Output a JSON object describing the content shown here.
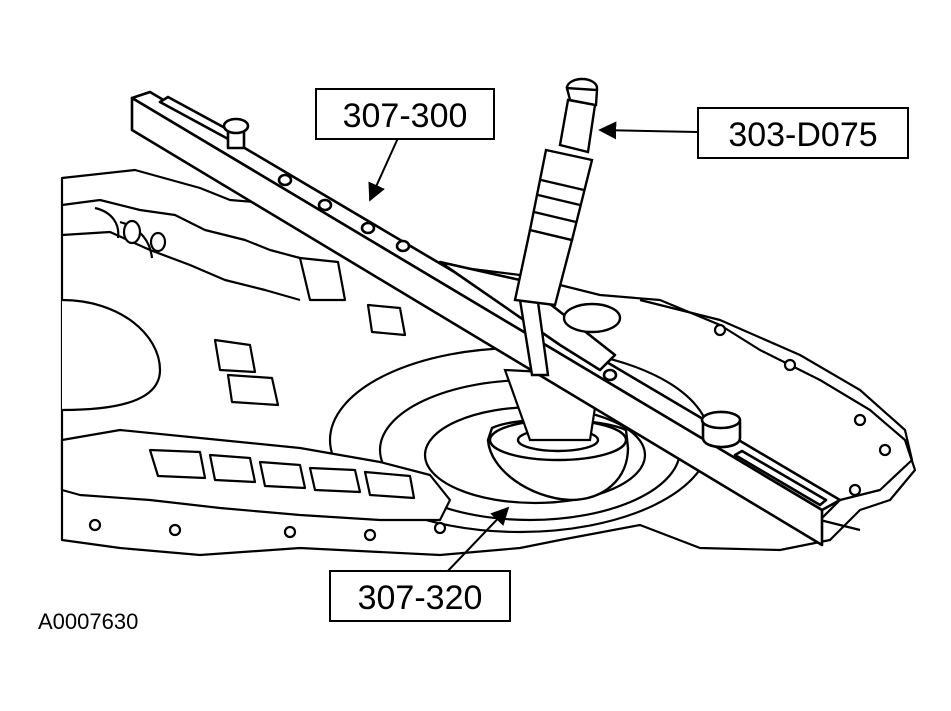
{
  "figure": {
    "id_label": "A0007630",
    "callouts": {
      "beam_tool": "307-300",
      "depth_gauge": "303-D075",
      "adapter_ring": "307-320"
    }
  },
  "colors": {
    "line": "#000000",
    "fill": "#ffffff",
    "shadow": "#d8d8d8"
  }
}
